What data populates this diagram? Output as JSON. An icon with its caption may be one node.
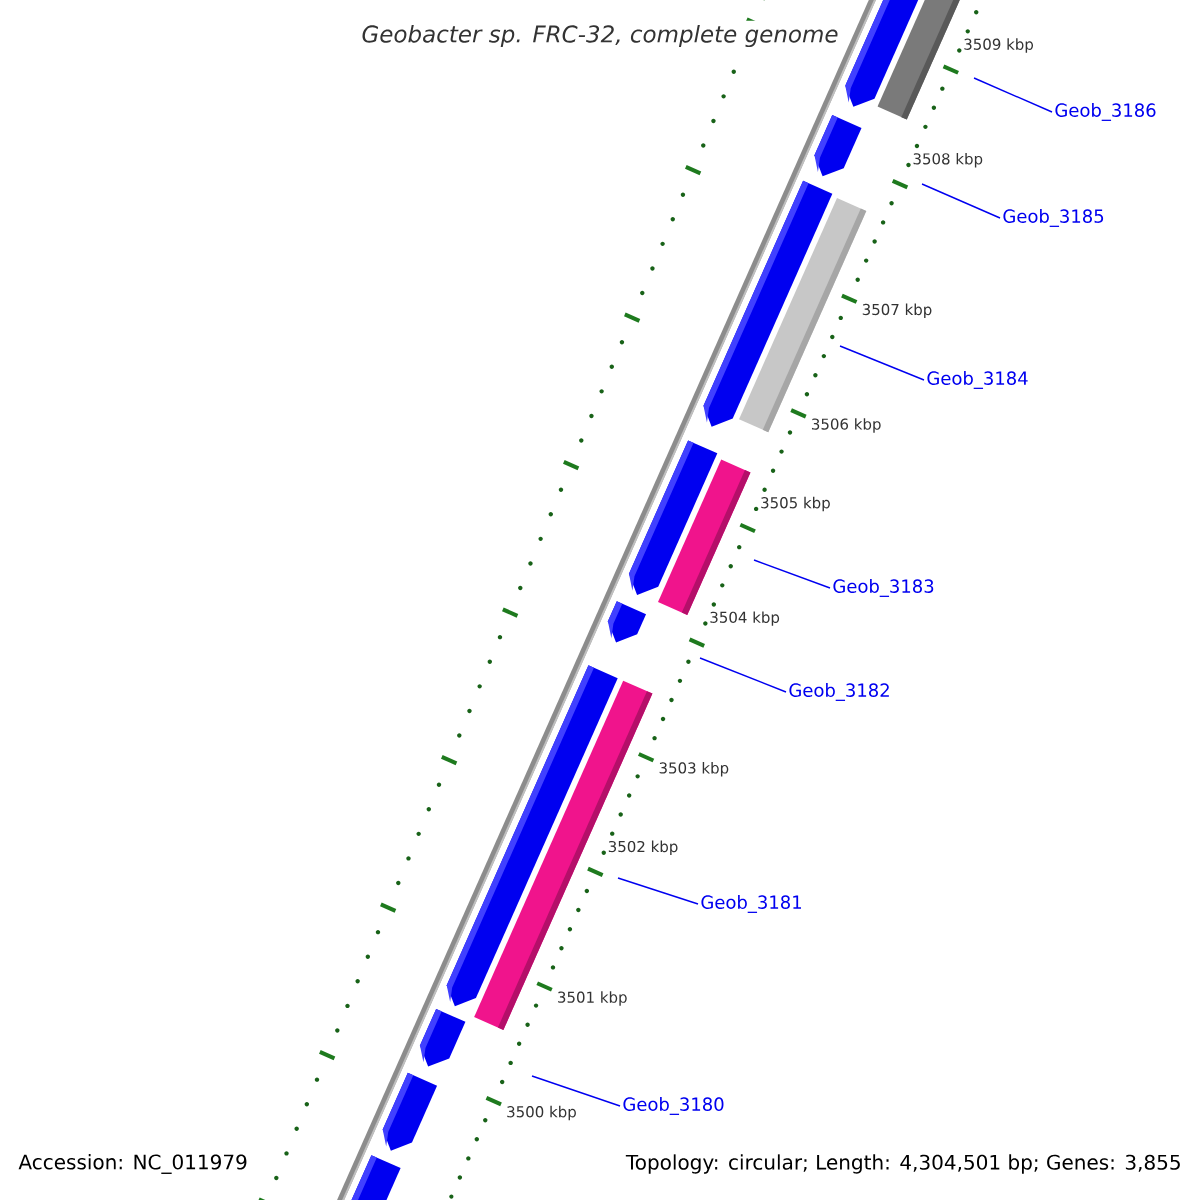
{
  "diagram": {
    "title": "Geobacter sp. FRC-32, complete genome",
    "nodes": [
      {
        "text": [
          "Geob_3186"
        ]
      },
      {
        "text": [
          "Geob_3185"
        ]
      },
      {
        "text": [
          "Geob_3184"
        ]
      },
      {
        "text": [
          "Geob_3183"
        ]
      },
      {
        "text": [
          "Geob_3182"
        ]
      },
      {
        "text": [
          "Geob_3181"
        ]
      },
      {
        "text": [
          "Geob_3180"
        ]
      }
    ],
    "edges": [
      {
        "from": 0,
        "to": null,
        "arrow": "none"
      },
      {
        "from": 1,
        "to": null,
        "arrow": "none"
      },
      {
        "from": 2,
        "to": null,
        "arrow": "none"
      },
      {
        "from": 3,
        "to": null,
        "arrow": "none"
      },
      {
        "from": 4,
        "to": null,
        "arrow": "none"
      },
      {
        "from": 5,
        "to": null,
        "arrow": "none"
      },
      {
        "from": 6,
        "to": null,
        "arrow": "none"
      }
    ],
    "labels": [
      "3509 kbp",
      "3508 kbp",
      "3507 kbp",
      "3506 kbp",
      "3505 kbp",
      "3504 kbp",
      "3503 kbp",
      "3502 kbp",
      "3501 kbp",
      "3500 kbp",
      "Accession: NC_011979",
      "Topology: circular; Length: 4,304,501 bp; Genes: 3,855"
    ]
  }
}
